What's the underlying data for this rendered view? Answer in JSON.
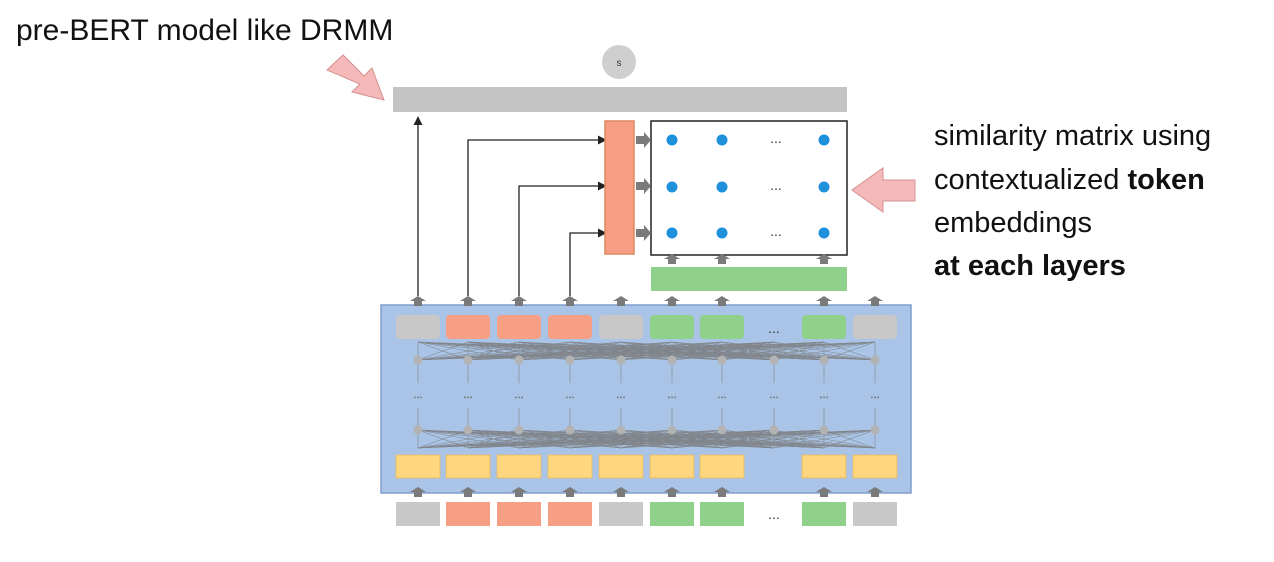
{
  "annotations": {
    "left_label": "pre-BERT model like DRMM",
    "right_line1": "similarity matrix using",
    "right_line2_prefix": "contextualized ",
    "right_line2_bold": "token",
    "right_line3": "embeddings",
    "right_line4": "at each layers"
  },
  "score_node": "s",
  "ellipsis": "...",
  "tokens": [
    "gray",
    "orange",
    "orange",
    "orange",
    "gray",
    "green",
    "green",
    "ellipsis",
    "green",
    "gray"
  ],
  "colors": {
    "gray": "#c8c8c8",
    "orange": "#f79f84",
    "green": "#8fd08a",
    "yellow": "#ffd580",
    "panel": "#a9c4e6",
    "panel_border": "#7f9fcc",
    "score_bar": "#c4c4c4",
    "dot_blue": "#1e90dc",
    "arrow_pink": "#f6b9b9"
  }
}
